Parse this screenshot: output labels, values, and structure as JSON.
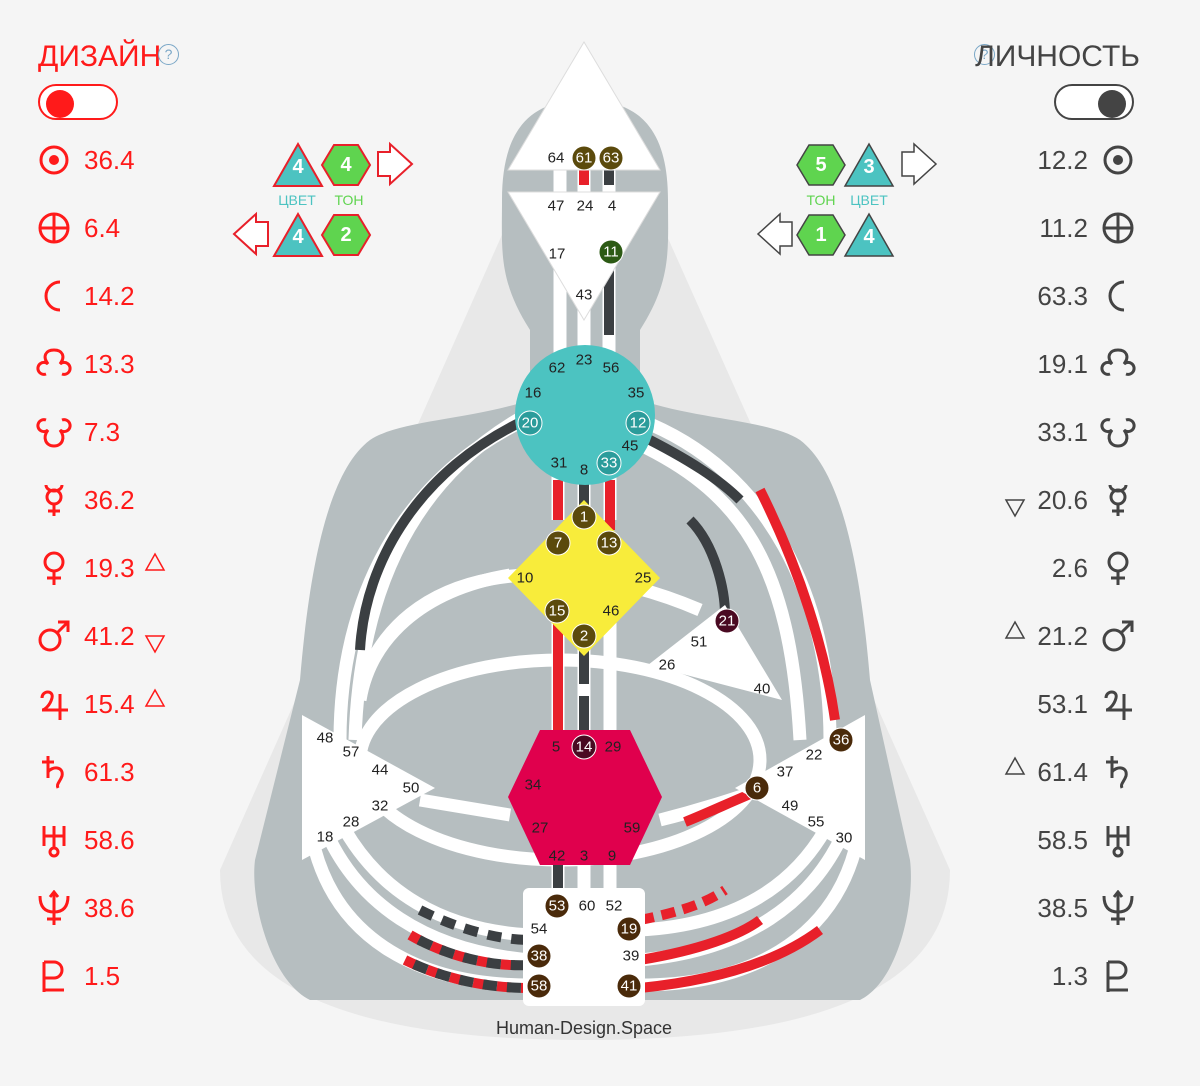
{
  "header": {
    "design_title": "ДИЗАЙН",
    "personality_title": "ЛИЧНОСТЬ",
    "help": "?"
  },
  "colors": {
    "design": "#ff1a1a",
    "personality": "#444444",
    "head_center": "#ffffff",
    "g_center": "#f8ec3b",
    "throat_center": "#4cc3c1",
    "sacral_center": "#e0004d",
    "activated_gate": "#5b4a0c",
    "body_silhouette": "#b5bdbf"
  },
  "design": {
    "toggle_on": true,
    "planets": [
      {
        "icon": "sun-icon",
        "value": "36.4",
        "mark": ""
      },
      {
        "icon": "earth-icon",
        "value": "6.4",
        "mark": ""
      },
      {
        "icon": "moon-icon",
        "value": "14.2",
        "mark": ""
      },
      {
        "icon": "north-node-icon",
        "value": "13.3",
        "mark": ""
      },
      {
        "icon": "south-node-icon",
        "value": "7.3",
        "mark": ""
      },
      {
        "icon": "mercury-icon",
        "value": "36.2",
        "mark": ""
      },
      {
        "icon": "venus-icon",
        "value": "19.3",
        "mark": "up"
      },
      {
        "icon": "mars-icon",
        "value": "41.2",
        "mark": "down"
      },
      {
        "icon": "jupiter-icon",
        "value": "15.4",
        "mark": "up"
      },
      {
        "icon": "saturn-icon",
        "value": "61.3",
        "mark": ""
      },
      {
        "icon": "uranus-icon",
        "value": "58.6",
        "mark": ""
      },
      {
        "icon": "neptune-icon",
        "value": "38.6",
        "mark": ""
      },
      {
        "icon": "pluto-icon",
        "value": "1.5",
        "mark": ""
      }
    ],
    "variables": {
      "top": {
        "color": "4",
        "tone": "4"
      },
      "bottom": {
        "color": "4",
        "tone": "2"
      },
      "color_label": "ЦВЕТ",
      "tone_label": "ТОН"
    }
  },
  "personality": {
    "toggle_on": true,
    "planets": [
      {
        "icon": "sun-icon",
        "value": "12.2",
        "mark": ""
      },
      {
        "icon": "earth-icon",
        "value": "11.2",
        "mark": ""
      },
      {
        "icon": "moon-icon",
        "value": "63.3",
        "mark": ""
      },
      {
        "icon": "north-node-icon",
        "value": "19.1",
        "mark": ""
      },
      {
        "icon": "south-node-icon",
        "value": "33.1",
        "mark": ""
      },
      {
        "icon": "mercury-icon",
        "value": "20.6",
        "mark": "down"
      },
      {
        "icon": "venus-icon",
        "value": "2.6",
        "mark": ""
      },
      {
        "icon": "mars-icon",
        "value": "21.2",
        "mark": "up"
      },
      {
        "icon": "jupiter-icon",
        "value": "53.1",
        "mark": ""
      },
      {
        "icon": "saturn-icon",
        "value": "61.4",
        "mark": "up"
      },
      {
        "icon": "uranus-icon",
        "value": "58.5",
        "mark": ""
      },
      {
        "icon": "neptune-icon",
        "value": "38.5",
        "mark": ""
      },
      {
        "icon": "pluto-icon",
        "value": "1.3",
        "mark": ""
      }
    ],
    "variables": {
      "top": {
        "tone": "5",
        "color": "3"
      },
      "bottom": {
        "tone": "1",
        "color": "4"
      },
      "color_label": "ЦВЕТ",
      "tone_label": "ТОН"
    }
  },
  "gates": [
    {
      "n": "64",
      "active": false
    },
    {
      "n": "61",
      "active": true
    },
    {
      "n": "63",
      "active": true
    },
    {
      "n": "47",
      "active": false
    },
    {
      "n": "24",
      "active": false
    },
    {
      "n": "4",
      "active": false
    },
    {
      "n": "17",
      "active": false
    },
    {
      "n": "11",
      "active": true
    },
    {
      "n": "43",
      "active": false
    },
    {
      "n": "62",
      "active": false
    },
    {
      "n": "23",
      "active": false
    },
    {
      "n": "56",
      "active": false
    },
    {
      "n": "16",
      "active": false
    },
    {
      "n": "35",
      "active": false
    },
    {
      "n": "20",
      "active": true
    },
    {
      "n": "12",
      "active": true
    },
    {
      "n": "45",
      "active": false
    },
    {
      "n": "31",
      "active": false
    },
    {
      "n": "8",
      "active": false
    },
    {
      "n": "33",
      "active": true
    },
    {
      "n": "1",
      "active": true
    },
    {
      "n": "7",
      "active": true
    },
    {
      "n": "13",
      "active": true
    },
    {
      "n": "10",
      "active": false
    },
    {
      "n": "25",
      "active": false
    },
    {
      "n": "15",
      "active": true
    },
    {
      "n": "46",
      "active": false
    },
    {
      "n": "2",
      "active": true
    },
    {
      "n": "21",
      "active": true
    },
    {
      "n": "51",
      "active": false
    },
    {
      "n": "26",
      "active": false
    },
    {
      "n": "40",
      "active": false
    },
    {
      "n": "48",
      "active": false
    },
    {
      "n": "57",
      "active": false
    },
    {
      "n": "44",
      "active": false
    },
    {
      "n": "50",
      "active": false
    },
    {
      "n": "32",
      "active": false
    },
    {
      "n": "28",
      "active": false
    },
    {
      "n": "18",
      "active": false
    },
    {
      "n": "5",
      "active": false
    },
    {
      "n": "14",
      "active": true
    },
    {
      "n": "29",
      "active": false
    },
    {
      "n": "34",
      "active": false
    },
    {
      "n": "27",
      "active": false
    },
    {
      "n": "59",
      "active": false
    },
    {
      "n": "42",
      "active": false
    },
    {
      "n": "3",
      "active": false
    },
    {
      "n": "9",
      "active": false
    },
    {
      "n": "36",
      "active": true
    },
    {
      "n": "22",
      "active": false
    },
    {
      "n": "37",
      "active": false
    },
    {
      "n": "6",
      "active": true
    },
    {
      "n": "49",
      "active": false
    },
    {
      "n": "55",
      "active": false
    },
    {
      "n": "30",
      "active": false
    },
    {
      "n": "53",
      "active": true
    },
    {
      "n": "60",
      "active": false
    },
    {
      "n": "52",
      "active": false
    },
    {
      "n": "54",
      "active": false
    },
    {
      "n": "19",
      "active": true
    },
    {
      "n": "38",
      "active": true
    },
    {
      "n": "39",
      "active": false
    },
    {
      "n": "58",
      "active": true
    },
    {
      "n": "41",
      "active": true
    }
  ],
  "footer": "Human-Design.Space"
}
